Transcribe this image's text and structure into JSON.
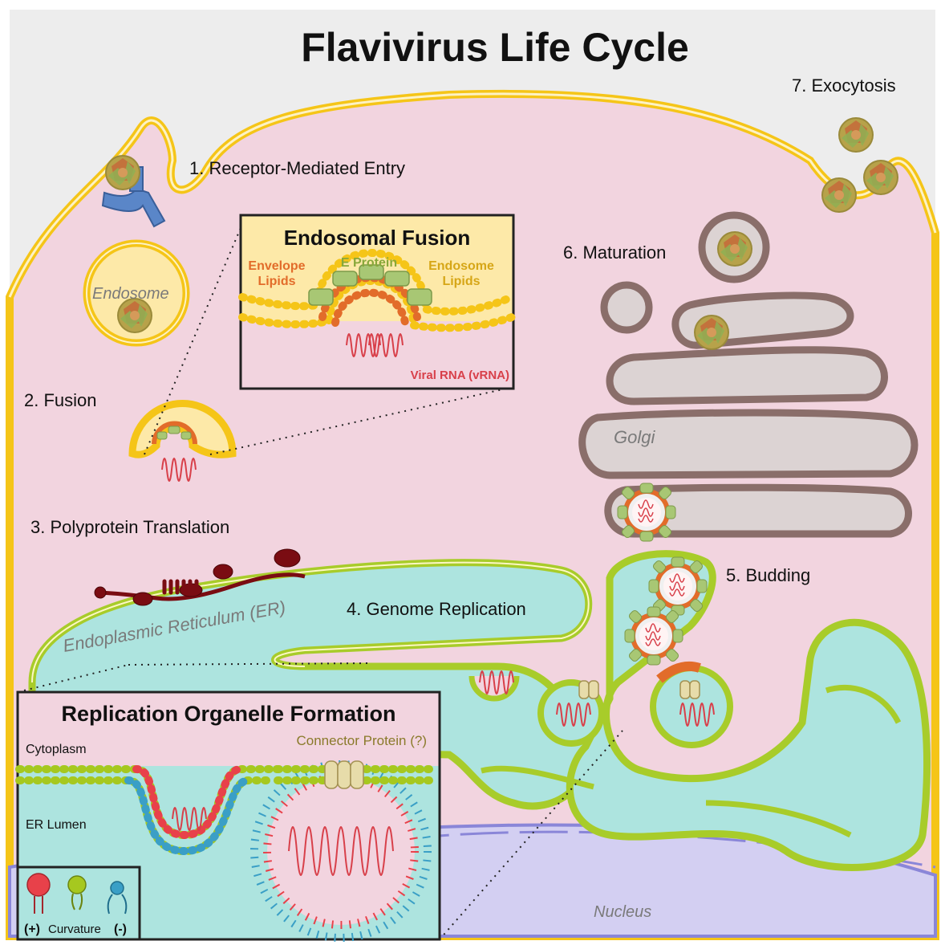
{
  "title": "Flavivirus Life Cycle",
  "steps": {
    "entry": "1. Receptor-Mediated Entry",
    "fusion": "2. Fusion",
    "translation": "3. Polyprotein Translation",
    "replication": "4. Genome Replication",
    "budding": "5. Budding",
    "maturation": "6. Maturation",
    "exocytosis": "7. Exocytosis"
  },
  "compartments": {
    "endosome": "Endosome",
    "golgi": "Golgi",
    "er": "Endoplasmic Reticulum (ER)",
    "nucleus": "Nucleus"
  },
  "inset_fusion": {
    "title": "Endosomal Fusion",
    "envelope_lipids_line1": "Envelope",
    "envelope_lipids_line2": "Lipids",
    "e_protein": "E Protein",
    "endosome_lipids_line1": "Endosome",
    "endosome_lipids_line2": "Lipids",
    "viral_rna": "Viral RNA (vRNA)"
  },
  "inset_replication": {
    "title": "Replication Organelle Formation",
    "connector_protein": "Connector Protein (?)",
    "cytoplasm": "Cytoplasm",
    "er_lumen": "ER Lumen",
    "legend": {
      "plus": "(+)",
      "curvature": "Curvature",
      "minus": "(-)"
    }
  },
  "colors": {
    "background": "#ededed",
    "cytoplasm": "#f2d4df",
    "membrane_yellow": "#f5c518",
    "endosome_fill": "#fde9a8",
    "er_lumen": "#ade4df",
    "er_membrane": "#a8cc2a",
    "golgi_fill": "#dcd3d3",
    "golgi_membrane": "#8a6e6a",
    "nucleus": "#d3cff2",
    "nucleus_membrane": "#8a86d8",
    "rna": "#d8404a",
    "lipid_red": "#e8414a",
    "lipid_green": "#a6c81f",
    "lipid_blue": "#3a9fc6",
    "protein_green": "#a8c774",
    "polyprotein": "#7a0c12",
    "receptor": "#5a86c8"
  }
}
